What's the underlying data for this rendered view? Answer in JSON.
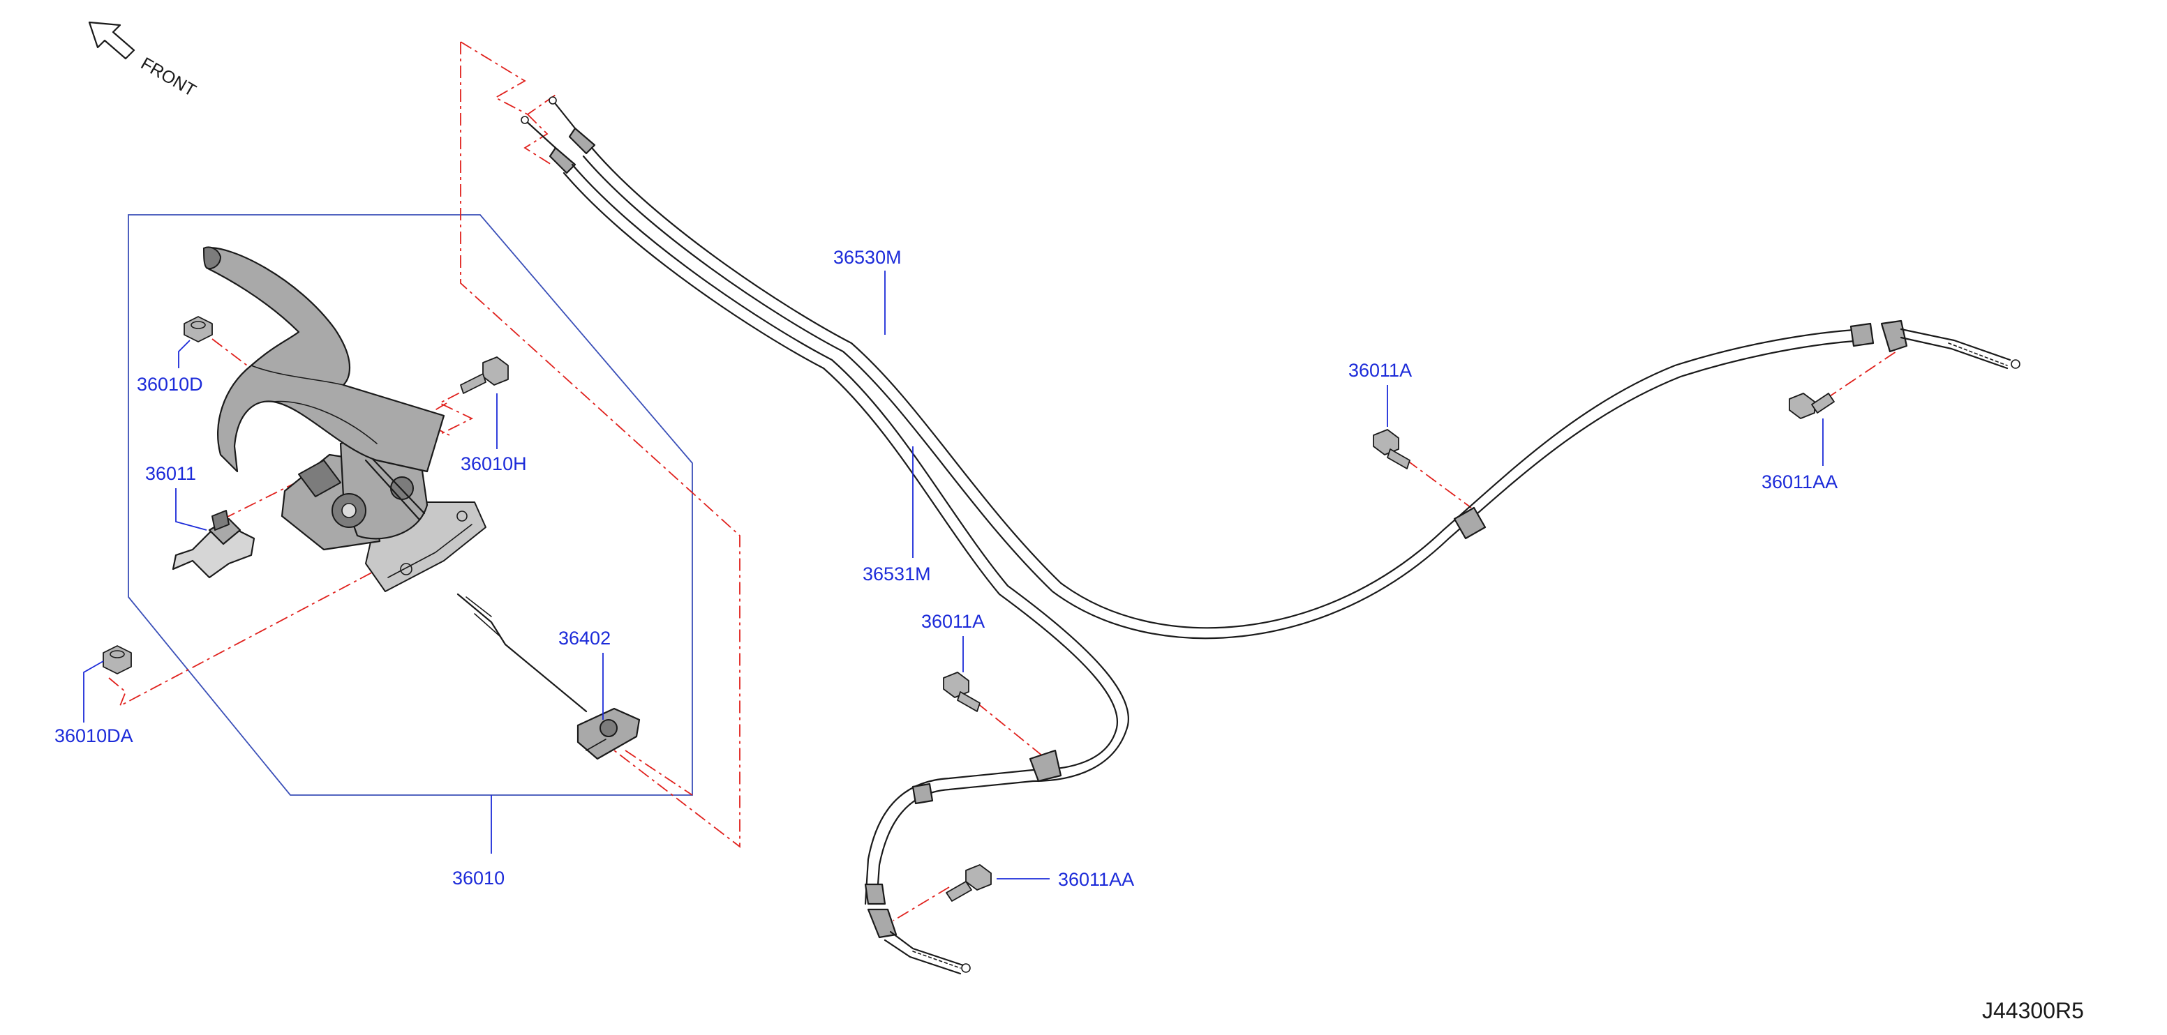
{
  "orientation": {
    "label": "FRONT"
  },
  "diagram_code": "J44300R5",
  "callouts": {
    "p36010D": "36010D",
    "p36010H": "36010H",
    "p36011": "36011",
    "p36010DA": "36010DA",
    "p36402": "36402",
    "p36010": "36010",
    "p36530M": "36530M",
    "p36531M": "36531M",
    "p36011A_upper": "36011A",
    "p36011AA_right": "36011AA",
    "p36011A_lower": "36011A",
    "p36011AA_lower": "36011AA"
  },
  "colors": {
    "callout_text": "#1c2bd9",
    "alignment_line": "#e0201c",
    "outline": "#1a1a1a",
    "part_fill": "#a9a9a9"
  }
}
